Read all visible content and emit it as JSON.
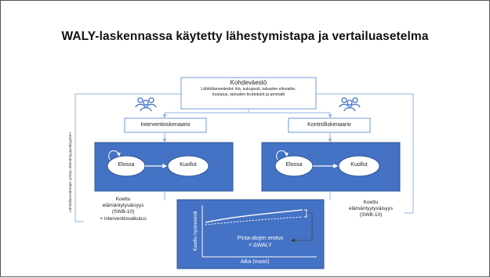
{
  "title": "WALY-laskennassa käytetty lähestymistapa ja vertailuasetelma",
  "target_population": {
    "title": "Kohdeväestö",
    "detail_line1": "Lähtötilannetiedot: ikä, sukupuoli, talouden elinvaihe,",
    "detail_line2": "koulutus, talouden bruttotulot ja ammatti"
  },
  "intervention": {
    "scenario_label": "Interventioskenaario",
    "state_alive": "Elossa",
    "state_dead": "Kuollut",
    "outcome_line1": "Koettu",
    "outcome_line2": "elämäntytyväisyys",
    "outcome_line3": "(SWB-10)",
    "outcome_line4": "+ interventiovaikutus"
  },
  "control": {
    "scenario_label": "Kontrolliskenaario",
    "state_alive": "Elossa",
    "state_dead": "Kuollut",
    "outcome_line1": "Koettu",
    "outcome_line2": "elämäntyytyväisyys",
    "outcome_line3": "(SWB-10)"
  },
  "vertical_note": "Lähtötilannetietojen yhteys elämäntyytyväisyyteen",
  "result_chart": {
    "y_label": "Koettu hyvinvointi",
    "x_label": "Aika (vuosi)",
    "annotation_line1": "Pinta-alojen erotus",
    "annotation_line2": "= ΔWALY"
  },
  "colors": {
    "box_blue": "#4472C4",
    "box_border_blue": "#2F5597",
    "outline_blue": "#6E9BD6",
    "connector": "#8EB4E3",
    "ellipse_white": "#ffffff"
  },
  "icons": {
    "people_left": "people-group-icon",
    "people_right": "people-group-icon"
  }
}
